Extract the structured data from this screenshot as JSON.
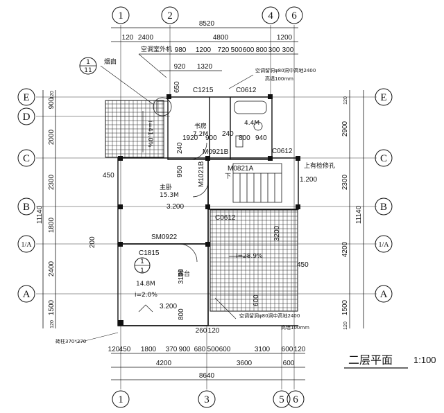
{
  "drawing": {
    "title": "二层平面",
    "scale": "1:100"
  },
  "axes": {
    "top": [
      "1",
      "2",
      "4",
      "6"
    ],
    "bottom": [
      "1",
      "3",
      "5",
      "6"
    ],
    "left": [
      "E",
      "D",
      "C",
      "B",
      "1/A",
      "A"
    ],
    "right": [
      "E",
      "C",
      "B",
      "1/A",
      "A"
    ],
    "ref_bubble": {
      "top": "1",
      "bottom": "11"
    }
  },
  "dims_top": {
    "overall": "8520",
    "row1": [
      "120",
      "2400",
      "4800",
      "1200"
    ],
    "row2": [
      "980",
      "1200",
      "720",
      "500",
      "600",
      "800",
      "300",
      "300"
    ],
    "row3": [
      "920",
      "1320"
    ]
  },
  "dims_bottom": {
    "overall": "8640",
    "row1": [
      "4200",
      "3600",
      "600"
    ],
    "row2": [
      "120",
      "450",
      "1800",
      "370",
      "900",
      "680",
      "500",
      "600",
      "3100",
      "600",
      "120"
    ],
    "row_small": [
      "260",
      "120"
    ]
  },
  "dims_left": {
    "overall": "11140",
    "segs": [
      "900",
      "120",
      "2000",
      "2300",
      "1800",
      "2400",
      "1500",
      "120"
    ]
  },
  "dims_right": {
    "overall": "11140",
    "segs": [
      "120",
      "2900",
      "2300",
      "4200",
      "1500",
      "120"
    ]
  },
  "rooms": {
    "study": {
      "name": "书房",
      "area": "7.2M"
    },
    "bath": {
      "area": "4.4M"
    },
    "master": {
      "name": "主卧",
      "area": "15.3M"
    },
    "terrace": {
      "name": "露台",
      "area": "14.8M"
    }
  },
  "labels": {
    "chimney": "烟囱",
    "ac_unit": "空调室外机",
    "ac_hole1": "空调留洞φ80洞中高地2400",
    "high_wall1": "高墙100mm",
    "ac_hole2": "空调留洞φ80洞中高地2400",
    "high_wall2": "高墙100mm",
    "attic_hatch": "上有检修孔",
    "column_note": "砖柱370*370",
    "down": "下",
    "c1215": "C1215",
    "c0612_a": "C0612",
    "c0612_b": "C0612",
    "c0612_c": "C0612",
    "m0921b": "M0921B",
    "m0821a": "M0821A",
    "m1021b": "M1021B",
    "sm0922": "SM0922",
    "c1815": "C1815",
    "slope1": "i=41.0%",
    "slope2": "i=28.9%",
    "slope3": "i=2.0%",
    "elev1": "3.200",
    "elev2": "3.200",
    "elev3": "1.200",
    "sec_top": "1",
    "sec_bot": "1",
    "d650": "650",
    "d1920": "1920",
    "d900": "900",
    "d240": "240",
    "d240b": "240",
    "d800": "800",
    "d940": "940",
    "d950": "950",
    "d450": "450",
    "d200": "200",
    "d3100": "3100",
    "d800b": "800",
    "d450b": "450",
    "d3200": "3200",
    "d600": "600"
  }
}
